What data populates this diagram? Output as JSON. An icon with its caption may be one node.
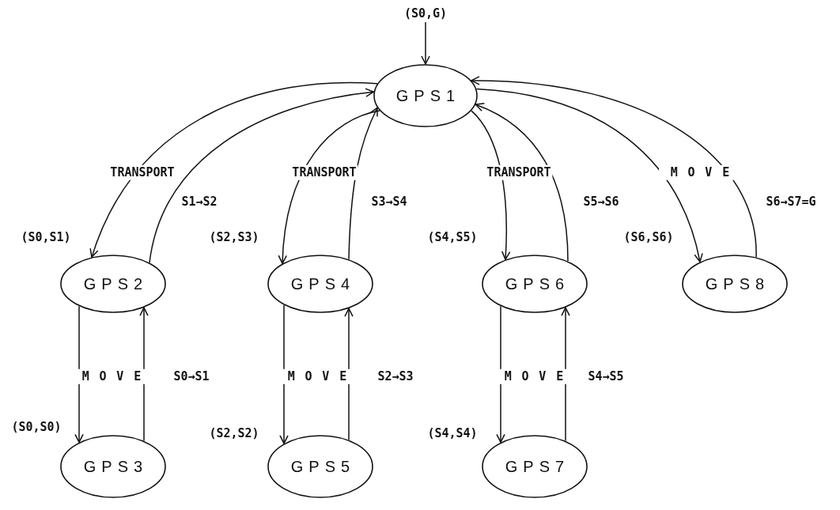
{
  "diagram": {
    "nodes": [
      {
        "text": [
          "(S0,G)"
        ]
      },
      {
        "text": [
          "GPS1"
        ]
      },
      {
        "text": [
          "GPS2"
        ],
        "beside": [
          "(S0,S1)"
        ]
      },
      {
        "text": [
          "GPS3"
        ],
        "beside": [
          "(S0,S0)"
        ]
      },
      {
        "text": [
          "GPS4"
        ],
        "beside": [
          "(S2,S3)"
        ]
      },
      {
        "text": [
          "GPS5"
        ],
        "beside": [
          "(S2,S2)"
        ]
      },
      {
        "text": [
          "GPS6"
        ],
        "beside": [
          "(S4,S5)"
        ]
      },
      {
        "text": [
          "GPS7"
        ],
        "beside": [
          "(S4,S4)"
        ]
      },
      {
        "text": [
          "GPS8"
        ],
        "beside": [
          "(S6,S6)"
        ]
      }
    ],
    "edges": [
      {
        "from": 0,
        "to": 1,
        "arrow": "to"
      },
      {
        "from": 1,
        "to": 2,
        "arrow": "to",
        "label": "TRANSPORT"
      },
      {
        "from": 2,
        "to": 1,
        "arrow": "to",
        "label": "S1→S2"
      },
      {
        "from": 1,
        "to": 4,
        "arrow": "to",
        "label": "TRANSPORT"
      },
      {
        "from": 4,
        "to": 1,
        "arrow": "to",
        "label": "S3→S4"
      },
      {
        "from": 1,
        "to": 6,
        "arrow": "to",
        "label": "TRANSPORT"
      },
      {
        "from": 6,
        "to": 1,
        "arrow": "to",
        "label": "S5→S6"
      },
      {
        "from": 1,
        "to": 8,
        "arrow": "to",
        "label": "MOVE"
      },
      {
        "from": 8,
        "to": 1,
        "arrow": "to",
        "label": "S6→S7=G"
      },
      {
        "from": 2,
        "to": 3,
        "arrow": "to",
        "label": "MOVE"
      },
      {
        "from": 3,
        "to": 2,
        "arrow": "to",
        "label": "S0→S1"
      },
      {
        "from": 4,
        "to": 5,
        "arrow": "to",
        "label": "MOVE"
      },
      {
        "from": 5,
        "to": 4,
        "arrow": "to",
        "label": "S2→S3"
      },
      {
        "from": 6,
        "to": 7,
        "arrow": "to",
        "label": "MOVE"
      },
      {
        "from": 7,
        "to": 6,
        "arrow": "to",
        "label": "S4→S5"
      }
    ]
  }
}
